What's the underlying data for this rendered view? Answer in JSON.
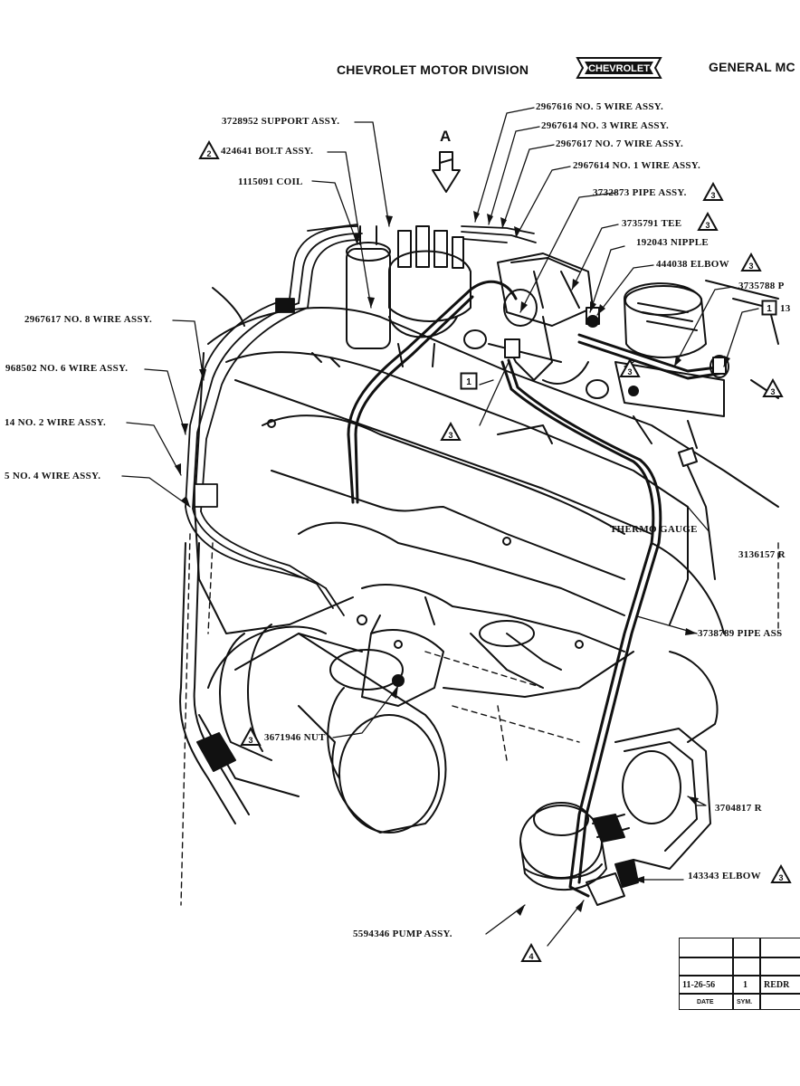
{
  "header": {
    "division": "CHEVROLET MOTOR DIVISION",
    "logo_text": "CHEVROLET",
    "corp": "GENERAL MC"
  },
  "view_letter": "A",
  "labels": {
    "support": "3728952 SUPPORT ASSY.",
    "bolt": "424641 BOLT ASSY.",
    "coil": "1115091 COIL",
    "w5": "2967616 NO. 5 WIRE ASSY.",
    "w3": "2967614 NO. 3 WIRE ASSY.",
    "w7": "2967617 NO. 7 WIRE ASSY.",
    "w1": "2967614 NO. 1 WIRE ASSY.",
    "pipe1": "3732873 PIPE ASSY.",
    "tee": "3735791 TEE",
    "nipple": "192043 NIPPLE",
    "elbow1": "444038 ELBOW",
    "p3735788": "3735788 P",
    "box13": "13",
    "w8": "2967617 NO. 8 WIRE ASSY.",
    "w6": "968502 NO. 6 WIRE ASSY.",
    "w2": "14 NO. 2 WIRE ASSY.",
    "w4": "5 NO. 4 WIRE ASSY.",
    "thermo": "THERMO GAUGE",
    "r3136157": "3136157 R",
    "pipe2": "3738789 PIPE ASS",
    "nut": "3671946 NUT",
    "r3704817": "3704817 R",
    "elbow2": "143343 ELBOW",
    "pump": "5594346 PUMP ASSY."
  },
  "symbols": {
    "bolt": "2",
    "pipe1": "3",
    "tee": "3",
    "elbow1": "3",
    "box13": "1",
    "boxmid": "1",
    "s3left": "3",
    "s3mid": "3",
    "s3right": "3",
    "nut": "3",
    "elbow2": "3",
    "s4": "4"
  },
  "revision": {
    "date": "11-26-56",
    "sym": "1",
    "desc": "REDR",
    "col_date": "DATE",
    "col_sym": "SYM."
  }
}
